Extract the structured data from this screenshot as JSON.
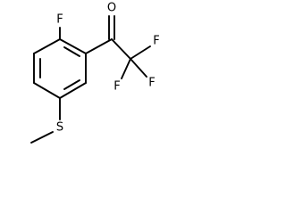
{
  "molecule": {
    "atoms": {
      "fluorine_ring": "F",
      "oxygen": "O",
      "fluorine_1": "F",
      "fluorine_2": "F",
      "fluorine_3": "F",
      "sulfur": "S"
    }
  },
  "colors": {
    "bond": "#000000",
    "label": "#000000",
    "background": "#ffffff"
  }
}
